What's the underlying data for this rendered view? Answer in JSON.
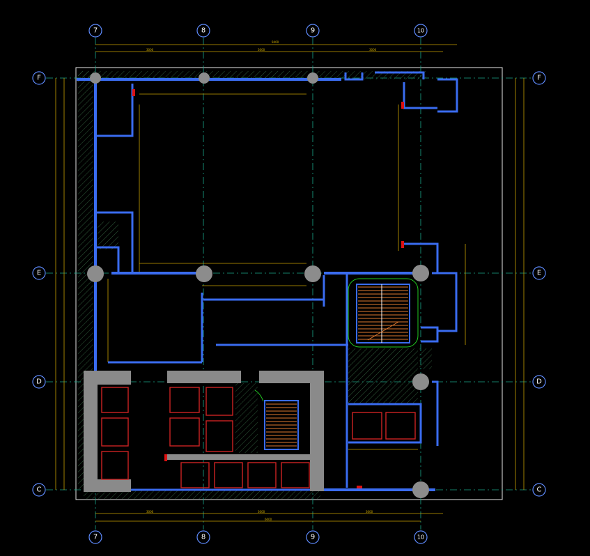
{
  "drawing": {
    "type": "floor-plan-cad",
    "background": "#000000",
    "colors": {
      "wall": "#3a6cf0",
      "dimension": "#c8a000",
      "axis": "#1aa88c",
      "column": "#8c8c8c",
      "elevator": "#cc2222",
      "stair": "#e07a30",
      "green_outline": "#22cc22"
    }
  },
  "grid_axes": {
    "vertical": [
      "7",
      "8",
      "9",
      "10"
    ],
    "horizontal": [
      "F",
      "E",
      "D",
      "C"
    ]
  }
}
